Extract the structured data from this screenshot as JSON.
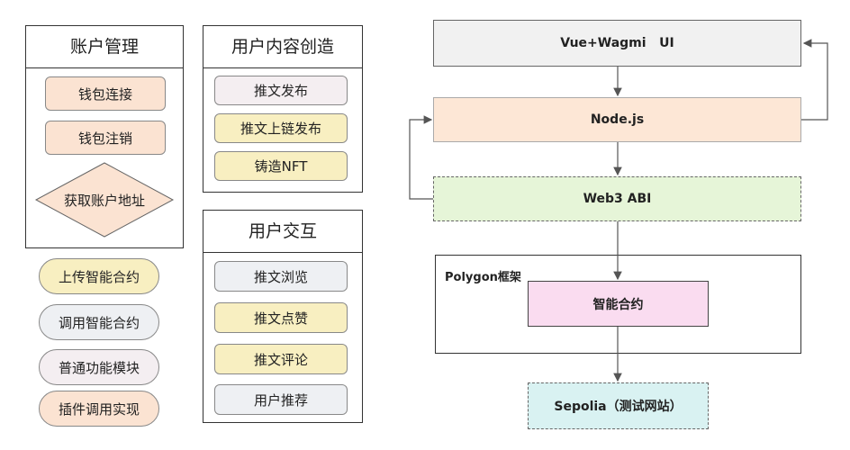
{
  "colors": {
    "peach": "#fbe3d2",
    "yellow": "#f8efc1",
    "grey_light": "#eef0f3",
    "lavender": "#f4eef1",
    "ui_grey": "#f1f1f1",
    "node_peach": "#fde7d6",
    "web3_green": "#e6f5d8",
    "contract_pink": "#fadcf0",
    "sepolia_cyan": "#d9f2f2"
  },
  "account": {
    "title": "账户管理",
    "items": [
      "钱包连接",
      "钱包注销"
    ],
    "diamond": "获取账户地址"
  },
  "content": {
    "title": "用户内容创造",
    "items": [
      "推文发布",
      "推文上链发布",
      "铸造NFT"
    ]
  },
  "interaction": {
    "title": "用户交互",
    "items": [
      "推文浏览",
      "推文点赞",
      "推文评论",
      "用户推荐"
    ]
  },
  "legend": [
    "上传智能合约",
    "调用智能合约",
    "普通功能模块",
    "插件调用实现"
  ],
  "flow": {
    "ui": "Vue+Wagmi   UI",
    "node": "Node.js",
    "web3": "Web3 ABI",
    "polygon_label": "Polygon框架",
    "contract": "智能合约",
    "sepolia": "Sepolia（测试网站）"
  }
}
